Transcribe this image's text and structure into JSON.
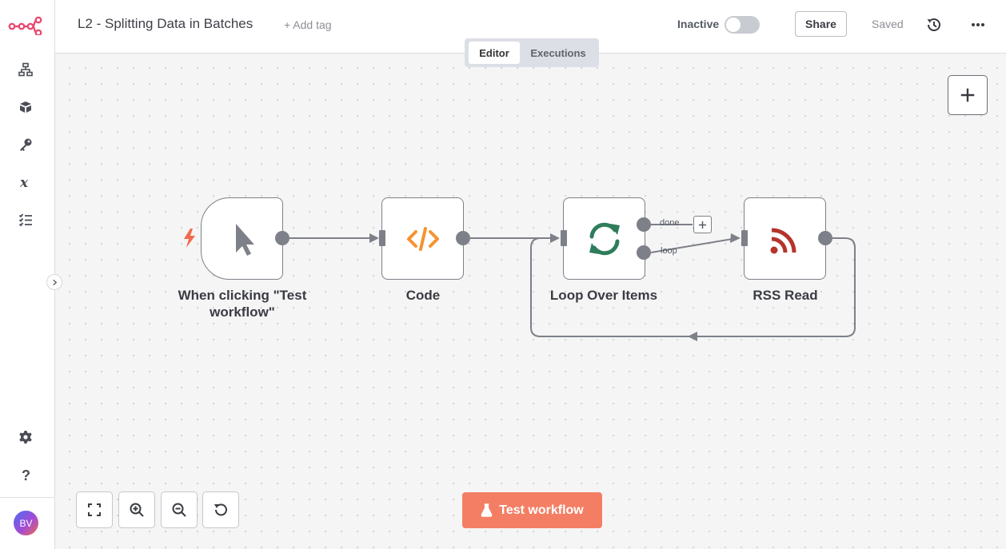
{
  "sidebar": {
    "logo": "n8n-logo-icon",
    "items": [
      {
        "icon": "workflows-icon"
      },
      {
        "icon": "templates-icon"
      },
      {
        "icon": "credentials-icon"
      },
      {
        "icon": "variables-icon"
      },
      {
        "icon": "executions-icon"
      }
    ],
    "bottom_items": [
      {
        "icon": "settings-icon"
      },
      {
        "icon": "help-icon"
      }
    ],
    "avatar_initials": "BV"
  },
  "header": {
    "title": "L2 - Splitting Data in Batches",
    "add_tag": "+ Add tag",
    "status_label": "Inactive",
    "active": false,
    "share_label": "Share",
    "saved_label": "Saved"
  },
  "tabs": [
    {
      "label": "Editor",
      "selected": true
    },
    {
      "label": "Executions",
      "selected": false
    }
  ],
  "nodes": [
    {
      "id": "trigger",
      "label_line1": "When clicking \"Test",
      "label_line2": "workflow\"",
      "icon": "cursor-icon"
    },
    {
      "id": "code",
      "label": "Code",
      "icon": "code-icon"
    },
    {
      "id": "loop",
      "label": "Loop Over Items",
      "icon": "loop-icon"
    },
    {
      "id": "rss",
      "label": "RSS Read",
      "icon": "rss-icon"
    }
  ],
  "edge_labels": {
    "done": "done",
    "loop": "loop"
  },
  "test_button": {
    "label": "Test workflow"
  },
  "colors": {
    "accent": "#f47e63",
    "code_icon": "#f59331",
    "loop_icon": "#2e7d5b",
    "rss_icon": "#b5342b",
    "logo": "#ea4b71",
    "trigger_bolt": "#f26b4f"
  }
}
